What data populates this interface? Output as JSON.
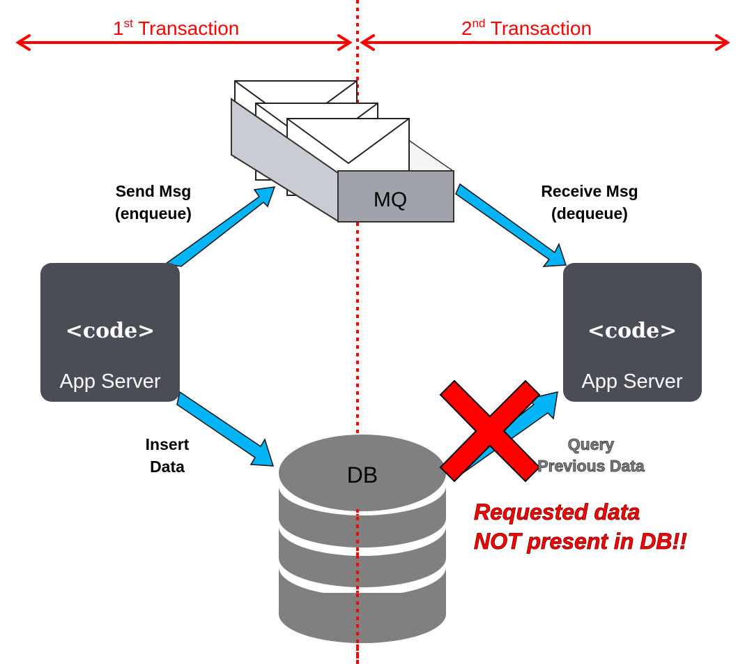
{
  "transactions": {
    "first": {
      "num": "1",
      "sup": "st",
      "label": " Transaction"
    },
    "second": {
      "num": "2",
      "sup": "nd",
      "label": " Transaction"
    }
  },
  "queue": {
    "label": "MQ"
  },
  "database": {
    "label": "DB"
  },
  "servers": {
    "left": {
      "code": "<code>",
      "name": "App Server"
    },
    "right": {
      "code": "<code>",
      "name": "App Server"
    }
  },
  "arrows": {
    "send": {
      "line1": "Send Msg",
      "line2": "(enqueue)"
    },
    "receive": {
      "line1": "Receive Msg",
      "line2": "(dequeue)"
    },
    "insert": {
      "line1": "Insert",
      "line2": "Data"
    },
    "query": {
      "line1": "Query",
      "line2": "Previous Data"
    }
  },
  "error_message": {
    "line1": "Requested data",
    "line2": "NOT present in DB!!"
  },
  "colors": {
    "accent_red": "#ff0000",
    "arrow_blue": "#00b4f5",
    "server_bg": "#4a4d55",
    "db_gray": "#808080",
    "mq_front": "#a0a4aa"
  }
}
